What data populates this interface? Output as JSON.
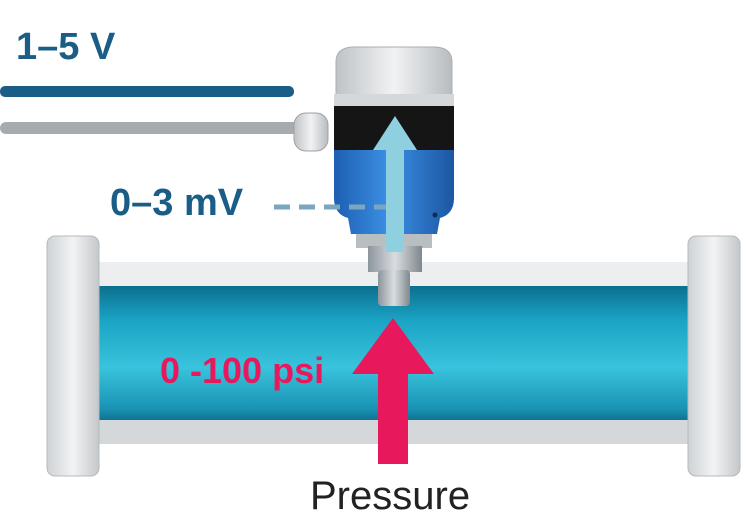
{
  "labels": {
    "output_signal": "1–5 V",
    "sensor_signal": "0–3 mV",
    "pressure_range": "0 -100 psi",
    "caption": "Pressure"
  },
  "colors": {
    "signal_text": "#1a5d86",
    "pressure_arrow": "#e8185c",
    "pipe_fluid": "#1fa9c8",
    "transmitter_body": "#2f7fd6",
    "signal_arrow": "#8fd0e0"
  }
}
